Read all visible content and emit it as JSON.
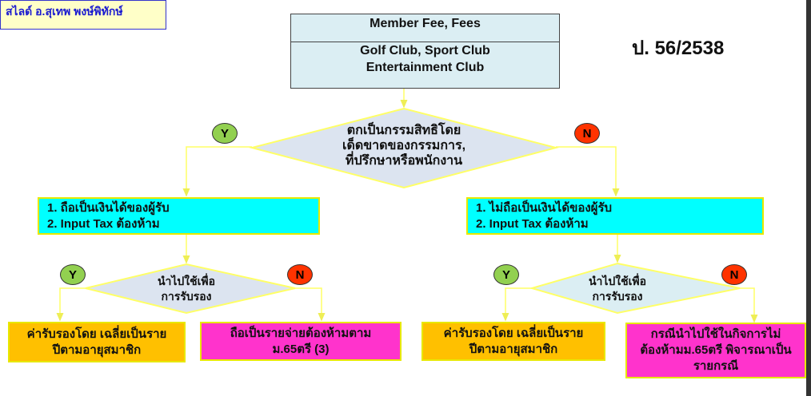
{
  "slide_credit": "สไลด์ อ.สุเทพ พงษ์พิทักษ์",
  "ref": "ป. 56/2538",
  "top_box": {
    "line1": "Member Fee, Fees",
    "line2": "Golf Club, Sport Club",
    "line3": "Entertainment Club"
  },
  "decision_main": {
    "line1": "ตกเป็นกรรมสิทธิโดย",
    "line2": "เด็ดขาดของกรรมการ,",
    "line3": "ที่ปรึกษาหรือพนักงาน"
  },
  "yes_label": "Y",
  "no_label": "N",
  "left_result": {
    "line1": "1. ถือเป็นเงินได้ของผู้รับ",
    "line2": "2. Input Tax ต้องห้าม"
  },
  "right_result": {
    "line1": "1. ไม่ถือเป็นเงินได้ของผู้รับ",
    "line2": "2. Input Tax ต้องห้าม"
  },
  "decision_sub": {
    "line1": "นำไปใช้เพื่อ",
    "line2": "การรับรอง"
  },
  "ll_box": {
    "line1": "ค่ารับรองโดย  เฉลี่ยเป็นราย",
    "line2": "ปีตามอายุสมาชิก"
  },
  "lr_box": {
    "line1": "ถือเป็นรายจ่ายต้องห้ามตาม",
    "line2": "ม.65ตรี (3)"
  },
  "rl_box": {
    "line1": "ค่ารับรองโดย  เฉลี่ยเป็นราย",
    "line2": "ปีตามอายุสมาชิก"
  },
  "rr_box": {
    "line1": "กรณีนำไปใช้ในกิจการไม่",
    "line2": "ต้องห้ามม.65ตรี พิจารณาเป็น",
    "line3": "รายกรณี"
  },
  "colors": {
    "cyan": "#00ffff",
    "orange": "#ffc000",
    "magenta": "#ff33cc",
    "yellow_line": "#ffff66"
  }
}
